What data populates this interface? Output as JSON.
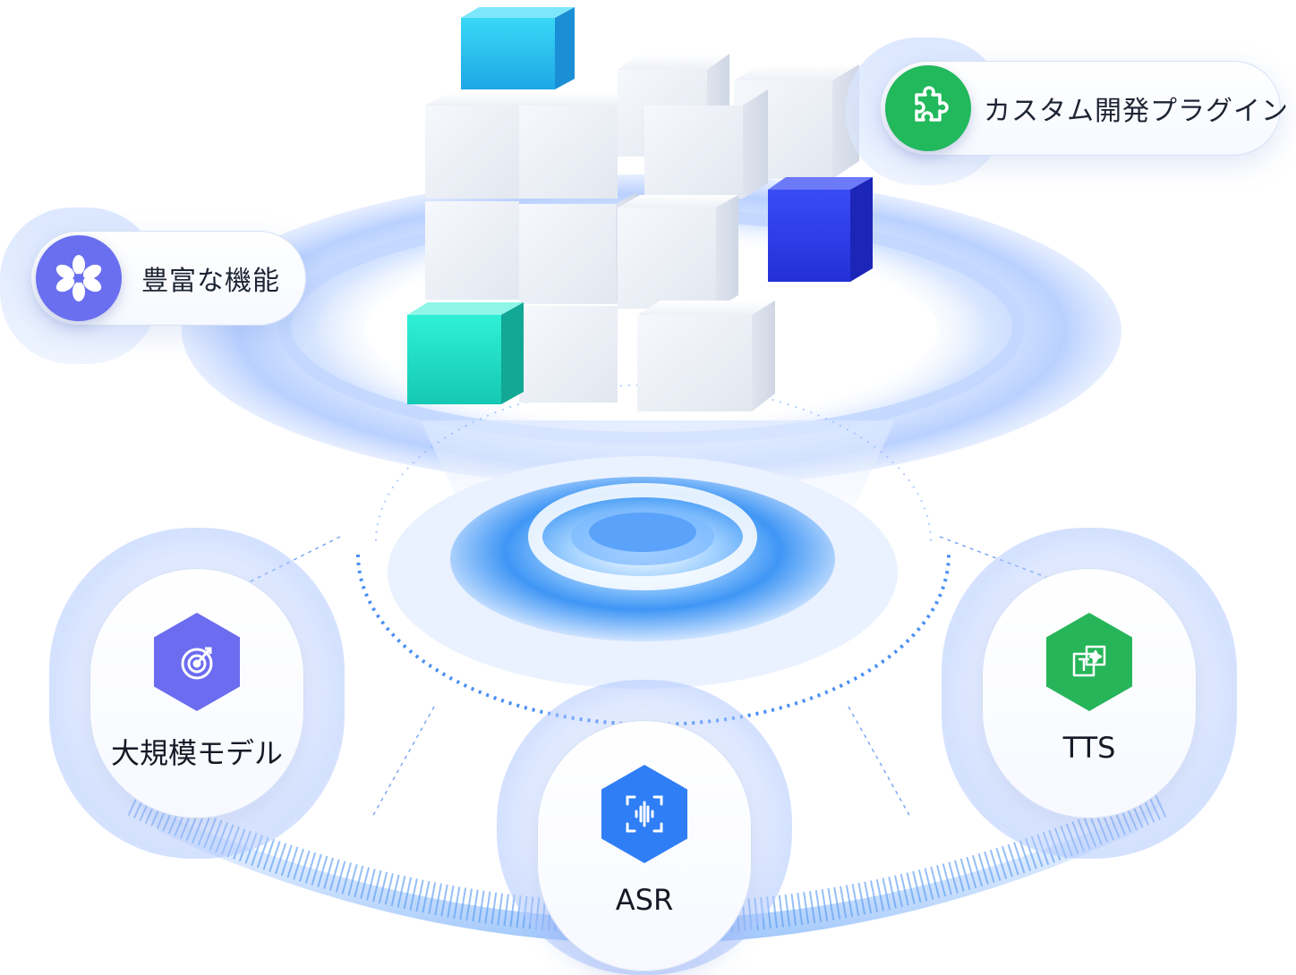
{
  "features": {
    "rich_features": {
      "label": "豊富な機能",
      "icon": "asterisk-flower-icon",
      "color": "#6a6ff0"
    },
    "custom_plugins": {
      "label": "カスタム開発プラグイン",
      "icon": "puzzle-piece-icon",
      "color": "#22b85c"
    }
  },
  "modules": [
    {
      "label": "大規模モデル",
      "icon": "target-arrow-icon",
      "color": "#6c6cf0"
    },
    {
      "label": "ASR",
      "icon": "sound-wave-scan-icon",
      "color": "#2f7ef5"
    },
    {
      "label": "TTS",
      "icon": "text-to-speech-icon",
      "color": "#27b55a"
    }
  ],
  "palette": {
    "halo": "#d6e4ff",
    "ring": "#a9c6ff",
    "cube_white": "#eef2f8",
    "cube_cyan": "#25d6f0",
    "cube_blue": "#2f3cf0",
    "cube_teal": "#1fe0c8"
  }
}
